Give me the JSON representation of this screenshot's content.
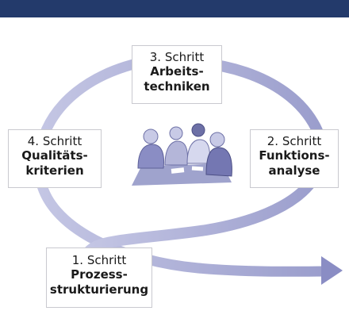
{
  "steps": [
    {
      "id": "step1",
      "label_num": "1. Schritt",
      "label_name_1": "Prozess-",
      "label_name_2": "strukturierung"
    },
    {
      "id": "step2",
      "label_num": "2. Schritt",
      "label_name_1": "Funktions-",
      "label_name_2": "analyse"
    },
    {
      "id": "step3",
      "label_num": "3. Schritt",
      "label_name_1": "Arbeits-",
      "label_name_2": "techniken"
    },
    {
      "id": "step4",
      "label_num": "4. Schritt",
      "label_name_1": "Qualitäts-",
      "label_name_2": "kriterien"
    }
  ],
  "colors": {
    "header_bar": "#233a6b",
    "loop_band": "#b4b6d9",
    "arrow": "#8a8dc4",
    "box_border": "#c9c9cf"
  },
  "illustration": {
    "icon": "meeting-people-icon"
  }
}
